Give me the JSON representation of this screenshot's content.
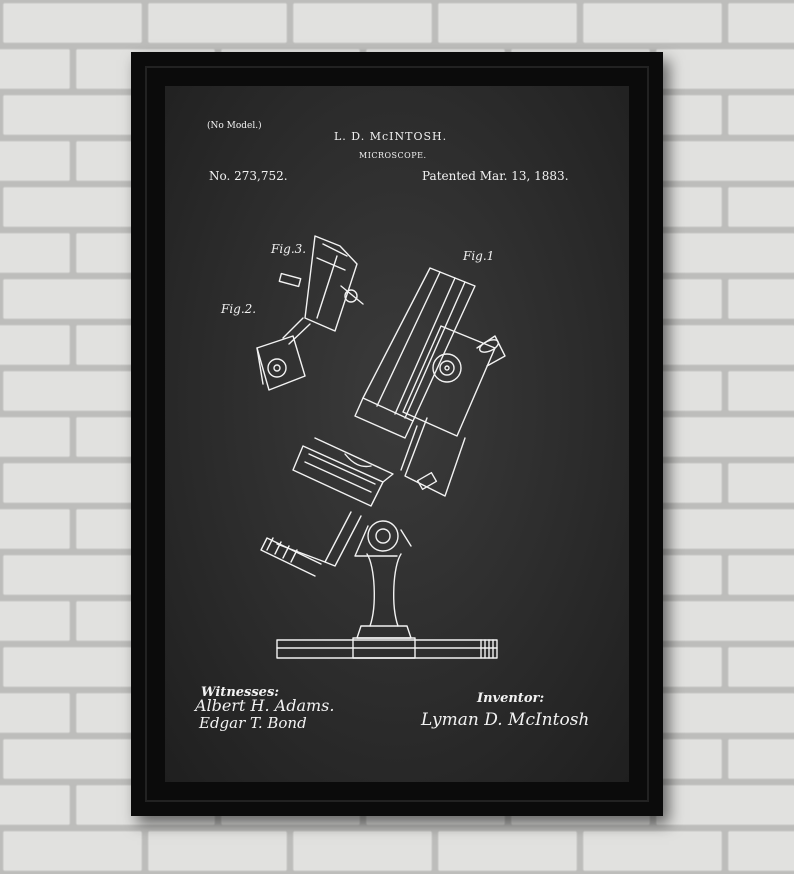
{
  "colors": {
    "wall": "#d9d9d7",
    "mortar": "#bdbdbb",
    "frame": "#0b0b0b",
    "chalkboard": "#2c2c2c",
    "ink": "#f2f2f2"
  },
  "header": {
    "no_model": "(No Model.)",
    "inventor_name": "L. D. McINTOSH.",
    "title": "MICROSCOPE.",
    "patent_number": "No. 273,752.",
    "patent_date": "Patented Mar. 13, 1883."
  },
  "figures": {
    "fig1": "Fig.1",
    "fig2": "Fig.2.",
    "fig3": "Fig.3."
  },
  "footer": {
    "witnesses_label": "Witnesses:",
    "witness_1": "Albert H. Adams.",
    "witness_2": "Edgar T. Bond",
    "inventor_label": "Inventor:",
    "inventor_signature": "Lyman D. McIntosh"
  }
}
